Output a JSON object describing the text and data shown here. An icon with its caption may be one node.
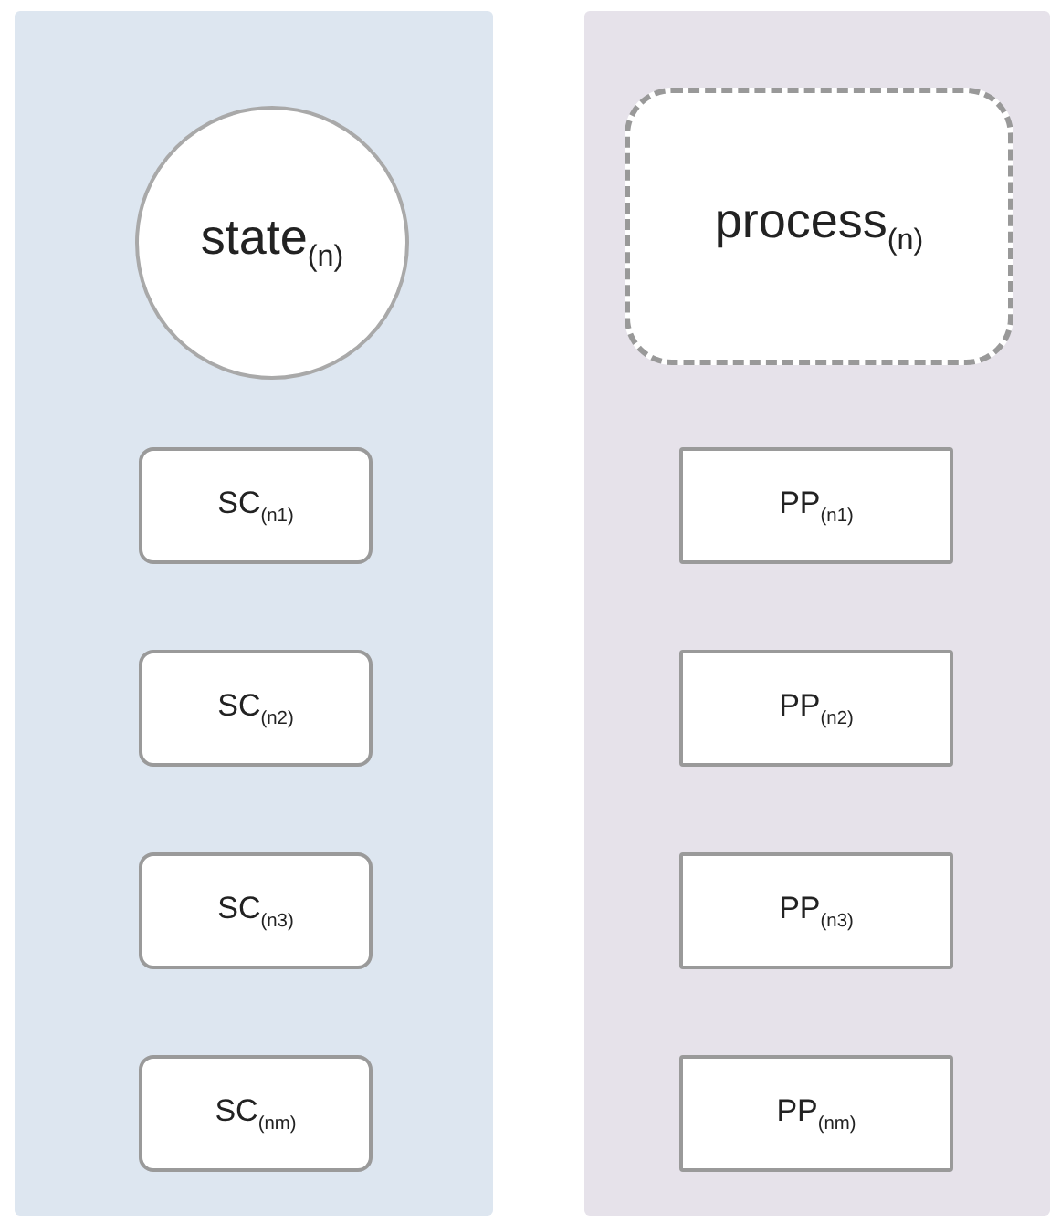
{
  "diagram": {
    "nodes": [
      {
        "text": [],
        "shape": "box"
      },
      {
        "text": [
          "state$_{(n)}$"
        ],
        "in": 0
      },
      {
        "text": [
          "SC$_{(n1)}$"
        ],
        "in": 0
      },
      {
        "text": [
          "SC$_{(n2)}$"
        ],
        "in": 0
      },
      {
        "text": [
          "SC$_{(n3)}$"
        ],
        "in": 0
      },
      {
        "text": [
          "SC$_{(nm)}$"
        ],
        "in": 0
      },
      {
        "text": [],
        "shape": "box"
      },
      {
        "text": [
          "process$_{(n)}$"
        ],
        "in": 6
      },
      {
        "text": [
          "PP$_{(n1)}$"
        ],
        "in": 6
      },
      {
        "text": [
          "PP$_{(n2)}$"
        ],
        "in": 6
      },
      {
        "text": [
          "PP$_{(n3)}$"
        ],
        "in": 6
      },
      {
        "text": [
          "PP$_{(nm)}$"
        ],
        "in": 6
      }
    ]
  }
}
